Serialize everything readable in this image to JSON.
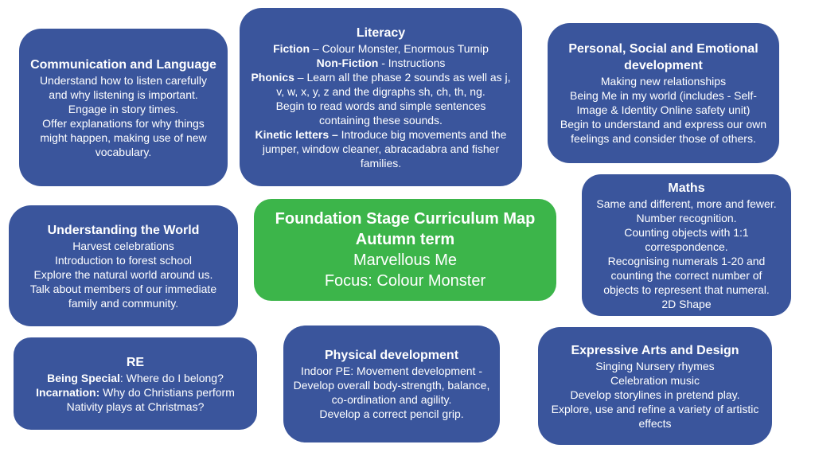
{
  "center": {
    "title": "Foundation Stage Curriculum Map",
    "term": "Autumn term",
    "theme": "Marvellous Me",
    "focus": "Focus: Colour Monster"
  },
  "communication": {
    "title": "Communication and Language",
    "lines": [
      "Understand how to listen carefully and why listening is important.",
      "Engage in story times.",
      "Offer explanations for why things might happen, making use of new vocabulary."
    ]
  },
  "literacy": {
    "title": "Literacy",
    "fiction_label": "Fiction",
    "fiction_text": " – Colour Monster, Enormous Turnip",
    "nonfiction_label": "Non-Fiction",
    "nonfiction_text": " - Instructions",
    "phonics_label": "Phonics",
    "phonics_text": " – Learn all the phase 2 sounds as well as j, v, w, x, y, z and the digraphs sh, ch, th, ng.",
    "reading": "Begin to read words and simple sentences containing these sounds.",
    "kinetic_label": "Kinetic letters –",
    "kinetic_text": " Introduce big movements and the jumper, window cleaner, abracadabra and fisher families."
  },
  "pse": {
    "title": "Personal, Social and Emotional development",
    "lines": [
      "Making new relationships",
      "Being Me in my world (includes - Self-Image & Identity Online safety unit)",
      "Begin to understand and express our own feelings and consider those of others."
    ]
  },
  "world": {
    "title": "Understanding the World",
    "lines": [
      "Harvest celebrations",
      "Introduction to forest school",
      "Explore the natural world around us.",
      "Talk about members of our immediate family and community."
    ]
  },
  "maths": {
    "title": "Maths",
    "lines": [
      "Same and different, more and fewer.",
      "Number recognition.",
      "Counting objects with 1:1 correspondence.",
      "Recognising numerals 1-20 and counting the correct number of objects to represent that numeral.",
      "2D Shape"
    ]
  },
  "re": {
    "title": "RE",
    "special_label": "Being Special",
    "special_text": ": Where do I belong?",
    "incarnation_label": "Incarnation:",
    "incarnation_text": " Why do Christians perform Nativity plays at Christmas?"
  },
  "physical": {
    "title": "Physical development",
    "lines": [
      "Indoor PE: Movement development - Develop overall body-strength, balance, co-ordination and agility.",
      "Develop a correct pencil grip."
    ]
  },
  "arts": {
    "title": "Expressive Arts and Design",
    "lines": [
      "Singing Nursery rhymes",
      "Celebration music",
      "Develop storylines in pretend play.",
      "Explore, use and refine a variety of artistic effects"
    ]
  }
}
